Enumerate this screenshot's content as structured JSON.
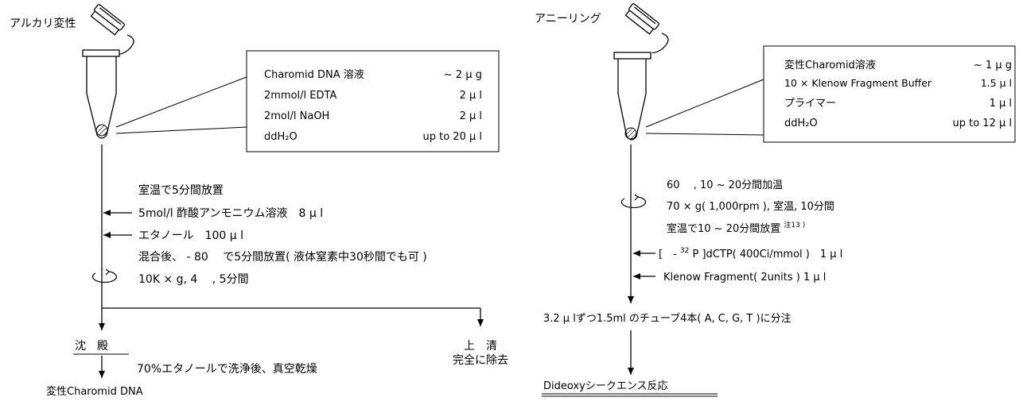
{
  "left": {
    "title": "アルカリ変性",
    "table": {
      "rows": [
        {
          "name": "Charomid DNA 溶液",
          "amount": "~ 2 μ g"
        },
        {
          "name": "2mmol/l EDTA",
          "amount": "2 μ l"
        },
        {
          "name": "2mol/l NaOH",
          "amount": "2 μ l"
        },
        {
          "name": "ddH₂O",
          "amount": "up to 20 μ l"
        }
      ]
    },
    "steps": {
      "s1": "室温で5分間放置",
      "s2": "5mol/l 酢酸アンモニウム溶液　8 μ l",
      "s3": "エタノール　100 μ l",
      "s4": "混合後、 - 80 　で5分間放置( 液体窒素中30秒間でも可 )",
      "s5": "10K × g, 4 　, 5分間"
    },
    "precipitate": "沈　殿",
    "supernatant_1": "上　清",
    "supernatant_2": "完全に除去",
    "wash": "70%エタノールで洗浄後、真空乾燥",
    "result": "変性Charomid DNA"
  },
  "right": {
    "title": "アニーリング",
    "table": {
      "rows": [
        {
          "name": "変性Charomid溶液",
          "amount": "~ 1 μ g"
        },
        {
          "name": "10 × Klenow Fragment Buffer",
          "amount": "1.5 μ l"
        },
        {
          "name": "プライマー",
          "amount": "1 μ l"
        },
        {
          "name": "ddH₂O",
          "amount": "up to 12 μ l"
        }
      ]
    },
    "steps": {
      "s1": "60 　, 10 ~ 20分間加温",
      "s2": "70 × g( 1,000rpm ), 室温, 10分間",
      "s3": "室温で10 ~ 20分間放置",
      "s3_note": "注13 )",
      "s4_a": "[　-",
      "s4_sup": "32",
      "s4_b": "P ]dCTP( 400Ci/mmol )　1 μ l",
      "s5": "Klenow Fragment( 2units ) 1 μ l"
    },
    "distribute": "3.2 μ lずつ1.5ml のチューブ4本( A, C, G, T )に分注",
    "result": "Dideoxyシークエンス反応"
  }
}
